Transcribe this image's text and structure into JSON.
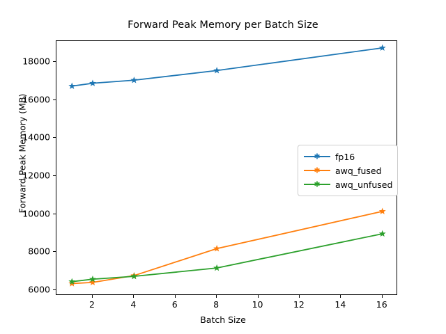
{
  "chart_data": {
    "type": "line",
    "title": "Forward Peak Memory per Batch Size",
    "xlabel": "Batch Size",
    "ylabel": "Forward Peak Memory (MB)",
    "x": [
      1,
      2,
      4,
      8,
      16
    ],
    "xlim": [
      0.25,
      16.75
    ],
    "ylim": [
      5700,
      19100
    ],
    "xticks": [
      2,
      4,
      6,
      8,
      10,
      12,
      14,
      16
    ],
    "xtick_labels": [
      "2",
      "4",
      "6",
      "8",
      "10",
      "12",
      "14",
      "16"
    ],
    "yticks": [
      6000,
      8000,
      10000,
      12000,
      14000,
      16000,
      18000
    ],
    "ytick_labels": [
      "6000",
      "8000",
      "10000",
      "12000",
      "14000",
      "16000",
      "18000"
    ],
    "grid": false,
    "marker": "star",
    "legend_position": "center right",
    "series": [
      {
        "name": "fp16",
        "color": "#1f77b4",
        "values": [
          16730,
          16880,
          17040,
          17550,
          18740
        ]
      },
      {
        "name": "awq_fused",
        "color": "#ff7f0e",
        "values": [
          6340,
          6400,
          6760,
          8180,
          10140
        ]
      },
      {
        "name": "awq_unfused",
        "color": "#2ca02c",
        "values": [
          6440,
          6570,
          6720,
          7160,
          8960
        ]
      }
    ]
  },
  "legend": {
    "entries": [
      {
        "label": "fp16"
      },
      {
        "label": "awq_fused"
      },
      {
        "label": "awq_unfused"
      }
    ]
  }
}
